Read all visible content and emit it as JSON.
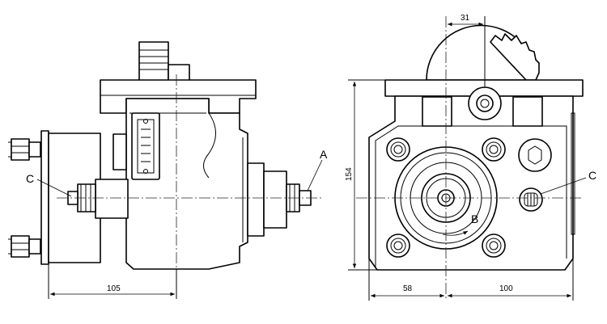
{
  "dimensions": {
    "left_width": "105",
    "right_left": "58",
    "right_right": "100",
    "height": "154",
    "top_offset": "31"
  },
  "labels": {
    "a": "A",
    "c_left": "C",
    "c_right": "C",
    "b": "B"
  }
}
